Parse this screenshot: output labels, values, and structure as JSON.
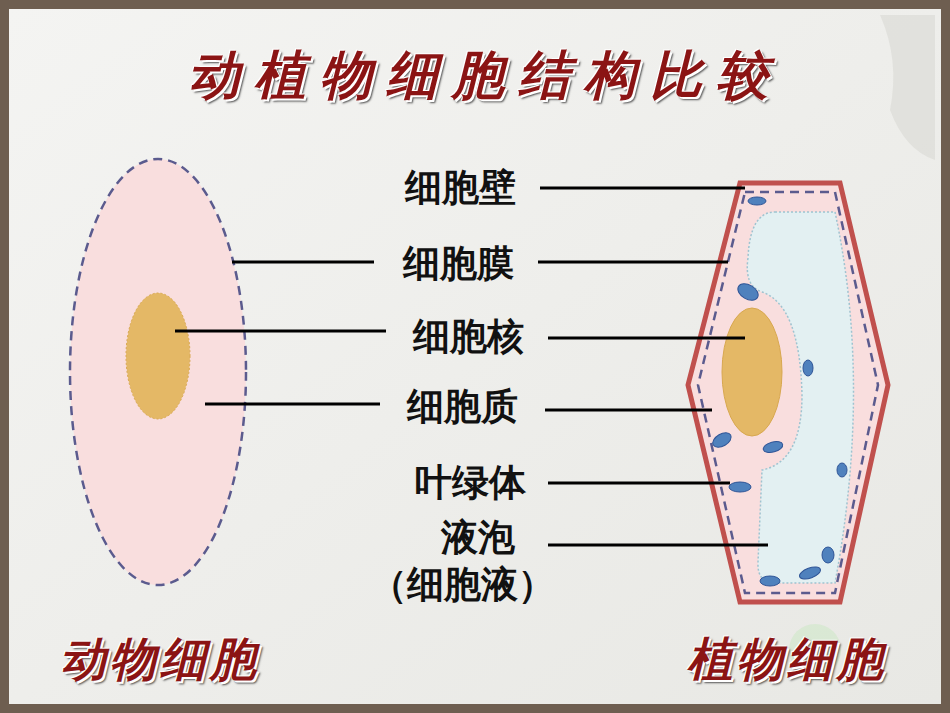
{
  "diagram": {
    "title": "动植物细胞结构比较",
    "labels": [
      "细胞壁",
      "细胞膜",
      "细胞核",
      "细胞质",
      "叶绿体",
      "液泡",
      "（细胞液）",
      "动物细胞",
      "植物细胞"
    ]
  }
}
